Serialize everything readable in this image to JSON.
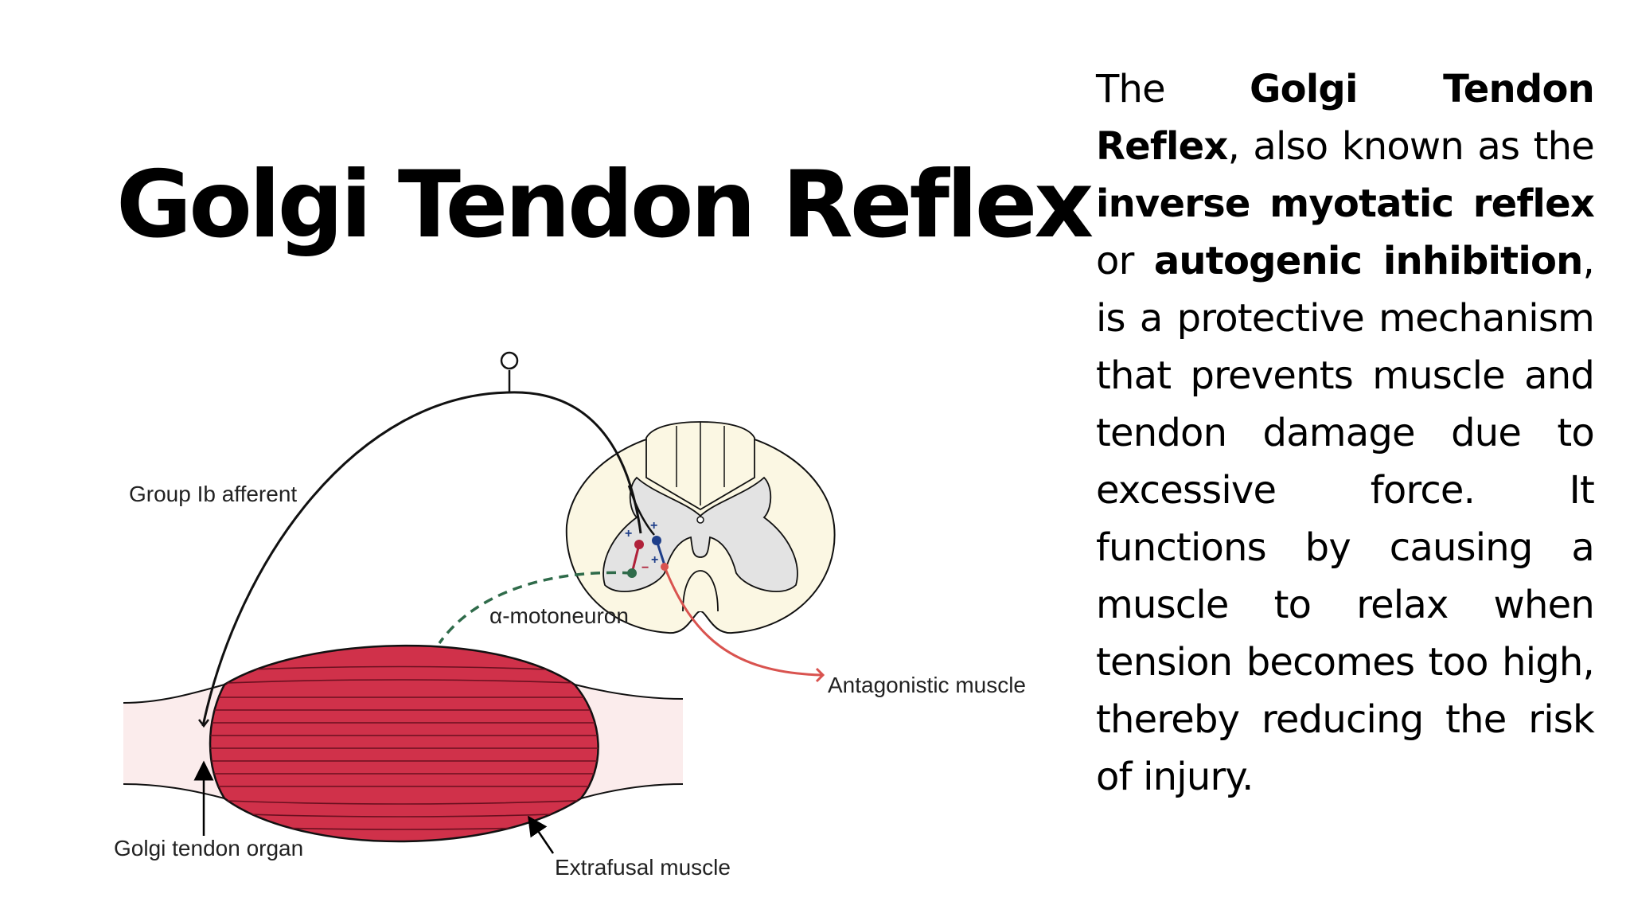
{
  "title": "Golgi Tendon Reflex",
  "description": {
    "t1": "The ",
    "b1": "Golgi Tendon Reflex",
    "t2": ", also known as the ",
    "b2": "inverse myotatic reflex",
    "t3": " or ",
    "b3": "autogenic inhibition",
    "t4": ", is a protective mechanism that prevents muscle and tendon damage due to excessive force. It functions by causing a muscle to relax when tension becomes too high, thereby reducing the risk of injury."
  },
  "diagram": {
    "labels": {
      "group_ib": "Group Ib afferent",
      "motoneuron": "α-motoneuron",
      "antagonistic": "Antagonistic muscle",
      "gto": "Golgi tendon organ",
      "extrafusal": "Extrafusal muscle"
    },
    "colors": {
      "muscle": "#d0314a",
      "tendon": "#fbecec",
      "cord": "#fbf7e3",
      "gray_matter": "#e3e3e3",
      "motoneuron": "#2f6b4a",
      "antagonist_fiber": "#d9534f",
      "interneuron_blue": "#1f3f8a",
      "interneuron_red": "#b0223a"
    }
  }
}
